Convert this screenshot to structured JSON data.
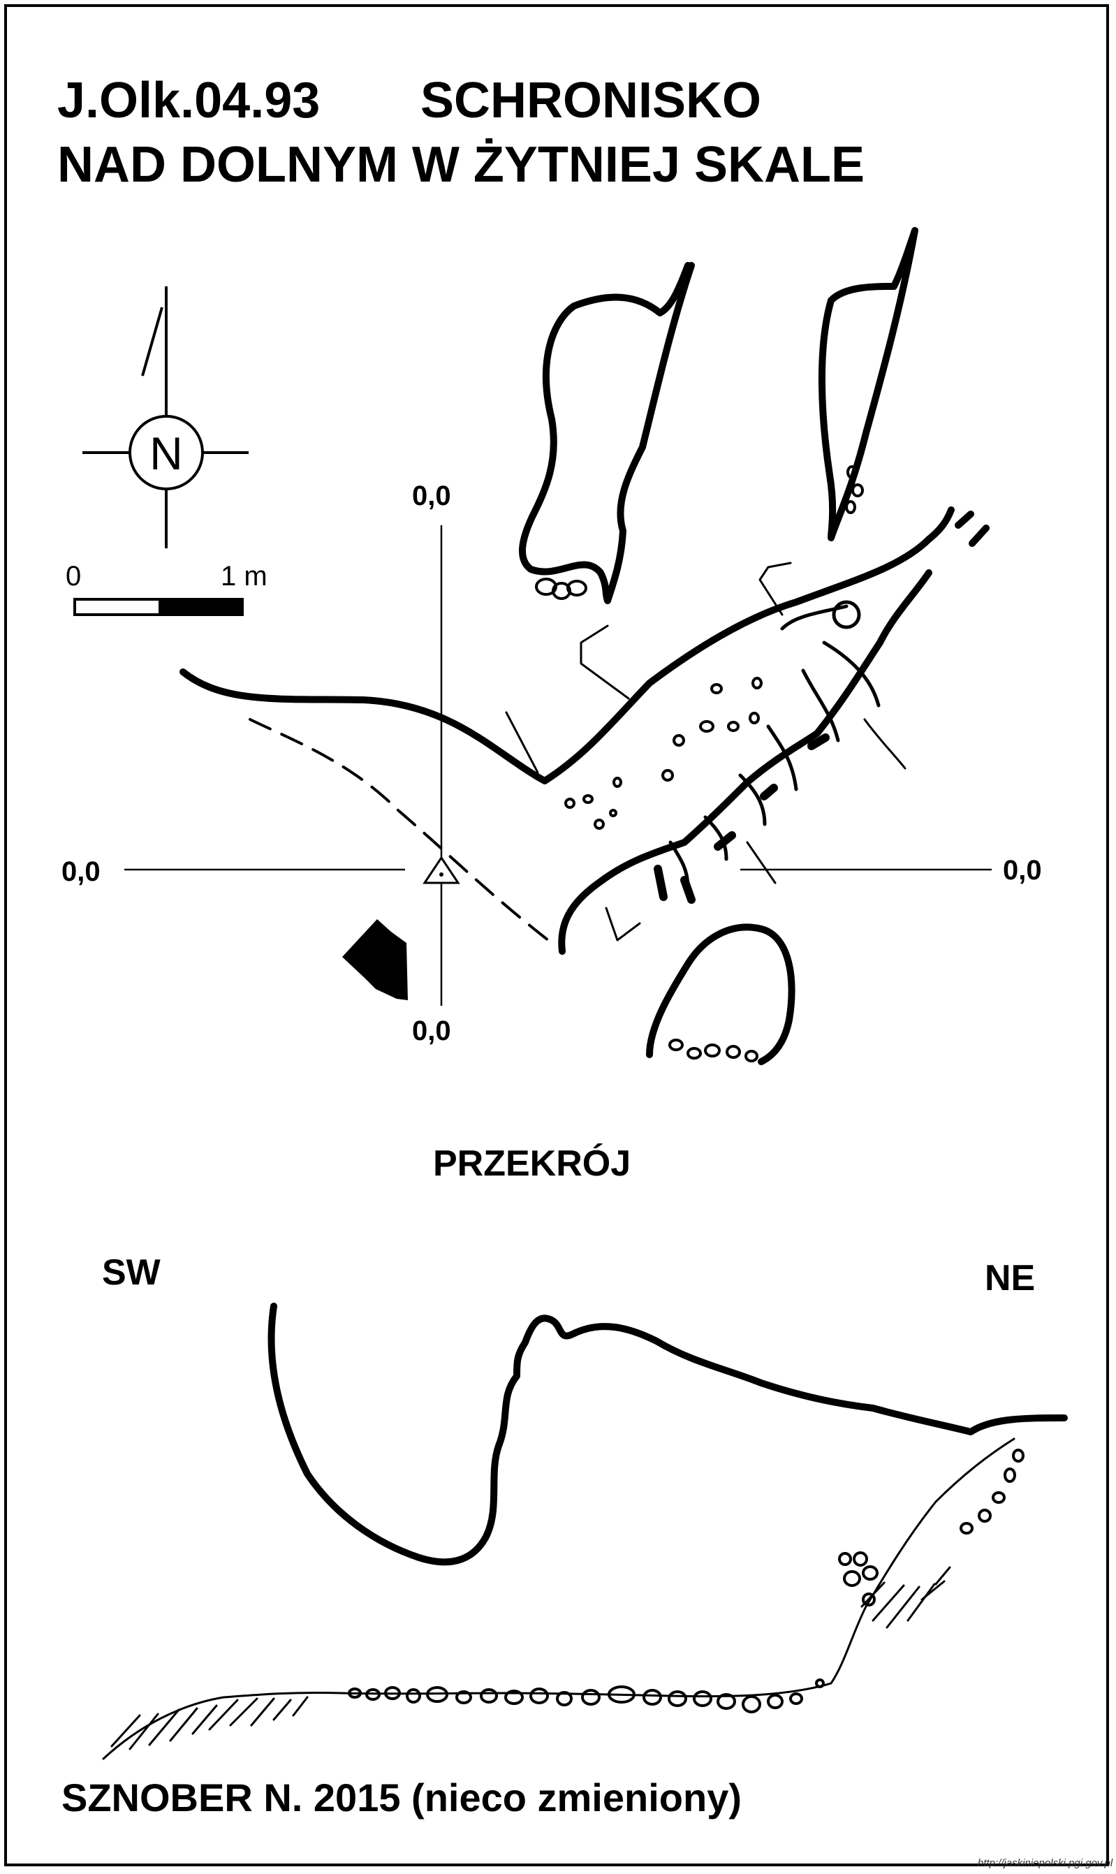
{
  "title": {
    "line1_code": "J.Olk.04.93",
    "line1_name": "SCHRONISKO",
    "line2": "NAD DOLNYM  W ŻYTNIEJ SKALE"
  },
  "compass": {
    "letter": "N"
  },
  "scale": {
    "start": "0",
    "end": "1 m"
  },
  "plan_coords": {
    "top": "0,0",
    "left": "0,0",
    "right": "0,0",
    "bottom": "0,0"
  },
  "section": {
    "heading": "PRZEKRÓJ",
    "left_dir": "SW",
    "right_dir": "NE"
  },
  "author": "SZNOBER N.  2015  (nieco zmieniony)",
  "source": "http://jaskiniepolski.pgi.gov.pl"
}
